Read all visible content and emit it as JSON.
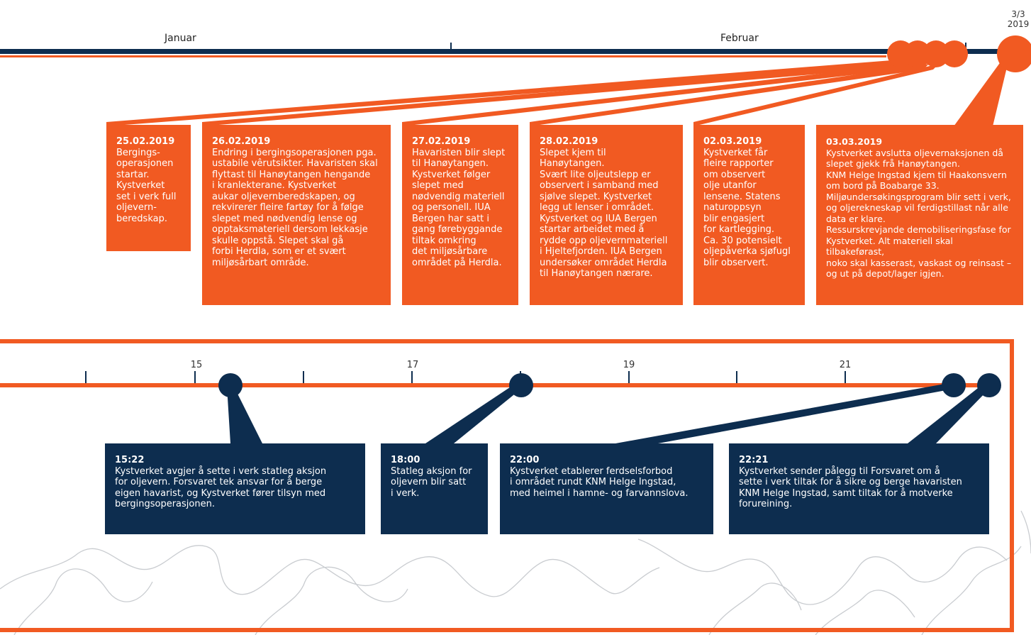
{
  "top_timeline": {
    "months": [
      "Januar",
      "Februar"
    ],
    "end_date_line1": "3/3",
    "end_date_line2": "2019",
    "events": [
      {
        "date": "25.02.2019",
        "text": "Bergings-\noperasjonen\nstartar.\nKystverket\nset i verk full\noljevern-\nberedskap."
      },
      {
        "date": "26.02.2019",
        "text": "Endring i bergingsoperasjonen pga.\nustabile vêrutsikter. Havaristen skal\nflyttast til Hanøytangen hengande\ni kranlekterane. Kystverket\naukar oljevernberedskapen, og\nrekvirerer fleire fartøy for å følge\nslepet med nødvendig lense og\nopptaksmateriell dersom lekkasje\nskulle oppstå. Slepet skal gå\nforbi Herdla, som er et svært\nmiljøsårbart område."
      },
      {
        "date": "27.02.2019",
        "text": "Havaristen blir slept\ntil Hanøytangen.\nKystverket følger\nslepet med\nnødvendig materiell\nog personell. IUA\nBergen har satt i\ngang førebyggande\ntiltak omkring\ndet miljøsårbare\nområdet på Herdla."
      },
      {
        "date": "28.02.2019",
        "text": "Slepet kjem til Hanøytangen.\nSvært lite oljeutslepp er\nobservert i samband med\nsjølve slepet. Kystverket\nlegg ut lenser i området.\nKystverket og IUA Bergen\nstartar arbeidet med å\nrydde opp oljevernmateriell\ni Hjeltefjorden. IUA Bergen\nundersøker området Herdla\ntil Hanøytangen nærare."
      },
      {
        "date": "02.03.2019",
        "text": "Kystverket får\nfleire rapporter\nom observert\nolje utanfor\nlensene. Statens\nnaturoppsyn\nblir engasjert\nfor kartlegging.\nCa. 30 potensielt\noljepåverka sjøfugl\nblir observert."
      },
      {
        "date": "03.03.2019",
        "text": "Kystverket avslutta oljevernaksjonen då\nslepet gjekk frå Hanøytangen.\nKNM Helge Ingstad kjem til Haakonsvern\nom bord på Boabarge 33.\nMiljøundersøkingsprogram blir sett i verk,\nog oljerekneskap vil ferdigstillast når alle\ndata er klare.\nRessurskrevjande demobiliseringsfase for\nKystverket. Alt materiell skal tilbakeførast,\nnoko skal kasserast, vaskast og reinsast –\nog ut på depot/lager igjen."
      }
    ]
  },
  "bottom_timeline": {
    "tick_labels": [
      "15",
      "17",
      "19",
      "21"
    ],
    "events": [
      {
        "time": "15:22",
        "text": "Kystverket avgjer å sette i verk statleg aksjon\nfor oljevern. Forsvaret tek ansvar for å berge\neigen havarist, og Kystverket fører tilsyn med\nbergingsoperasjonen."
      },
      {
        "time": "18:00",
        "text": "Statleg aksjon for\noljevern blir satt\ni verk."
      },
      {
        "time": "22:00",
        "text": "Kystverket etablerer ferdselsforbod\ni området rundt KNM Helge Ingstad,\nmed heimel i hamne- og farvannslova."
      },
      {
        "time": "22:21",
        "text": "Kystverket sender pålegg til Forsvaret om å\nsette i verk tiltak for å sikre og berge havaristen\nKNM Helge Ingstad, samt tiltak for å motverke\nforureining."
      }
    ]
  },
  "colors": {
    "orange": "#f15a22",
    "navy": "#0d2d4f",
    "map_line": "#c9ccd0"
  }
}
